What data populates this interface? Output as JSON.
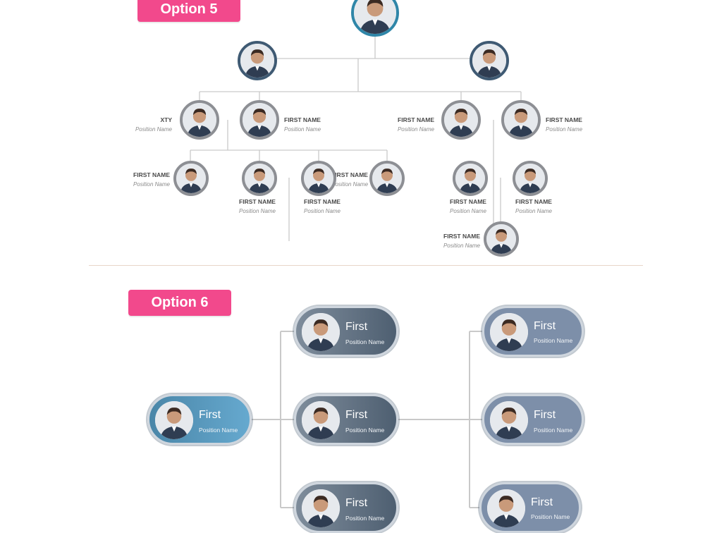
{
  "option5": {
    "badge": "Option 5",
    "labels": {
      "row1_a": {
        "name": "XTY",
        "position": "Position Name"
      },
      "row1_b": {
        "name": "FIRST NAME",
        "position": "Position Name"
      },
      "row1_c": {
        "name": "FIRST NAME",
        "position": "Position Name"
      },
      "row1_d": {
        "name": "FIRST NAME",
        "position": "Position Name"
      },
      "row2_a": {
        "name": "FIRST NAME",
        "position": "Position Name"
      },
      "row2_b": {
        "name": "FIRST NAME",
        "position": "Position Name"
      },
      "row2_c": {
        "name": "FIRST NAME",
        "position": "Position Name"
      },
      "row2_d": {
        "name": "FIRST NAME",
        "position": "Position Name"
      },
      "row2_e": {
        "name": "FIRST NAME",
        "position": "Position Name"
      },
      "row2_f": {
        "name": "FIRST NAME",
        "position": "Position Name"
      },
      "row3_a": {
        "name": "FIRST NAME",
        "position": "Position Name"
      }
    }
  },
  "option6": {
    "badge": "Option 6",
    "nodes": {
      "root": {
        "name": "First",
        "position": "Position Name"
      },
      "mid_top": {
        "name": "First",
        "position": "Position Name"
      },
      "mid_center": {
        "name": "First",
        "position": "Position Name"
      },
      "mid_bottom": {
        "name": "First",
        "position": "Position Name"
      },
      "right_top": {
        "name": "First",
        "position": "Position Name"
      },
      "right_center": {
        "name": "First",
        "position": "Position Name"
      },
      "right_bottom": {
        "name": "First",
        "position": "Position Name"
      }
    }
  },
  "colors": {
    "badge": "#f2498c",
    "connector": "#c9c9c9",
    "pill_dark": "#5a6b7d",
    "pill_blue": "#4f93b8",
    "pill_light": "#7d8fa9"
  },
  "icons": {
    "avatar": "person-photo-icon"
  }
}
